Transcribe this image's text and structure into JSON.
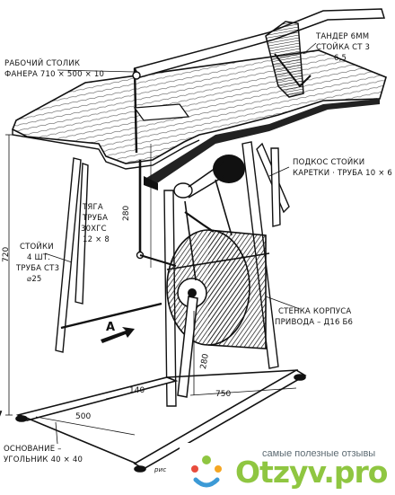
{
  "labels": {
    "table_title": "РАБОЧИЙ СТОЛИК",
    "table_material": "ФАНЕРА 710 × 500 × 10",
    "tandem": "ТАНДЕР 6мм",
    "post": "СТОЙКА Ст 3",
    "post_size": "6,5",
    "carriage_support": "ПОДКОС СТОЙКИ",
    "carriage_support_2": "КАРЕТКИ · ТРУБА 10 × 6",
    "rod": "ТЯГА",
    "rod_2": "ТРУБА",
    "rod_3": "30ХГС",
    "rod_4": "12 × 8",
    "legs": "СТОЙКИ",
    "legs_2": "4 шт.",
    "legs_3": "ТРУБА Ст3",
    "legs_4": "⌀25",
    "housing_wall": "СТЕНКА КОРПУСА",
    "housing_wall_2": "ПРИВОДА – Д16 Б6",
    "base": "ОСНОВАНИЕ –",
    "base_2": "УГОЛЬНИК 40 × 40",
    "arrow": "А",
    "signature": "рис"
  },
  "dimensions": {
    "height": "720",
    "rod_length": "280",
    "pedal_width": "140",
    "base_width": "500",
    "base_length": "750",
    "crank": "280"
  },
  "watermark": {
    "tagline": "самые полезные отзывы",
    "logo": "Otzyv.pro",
    "logo_color": "#8fc641",
    "tagline_color": "#5d6b73"
  }
}
